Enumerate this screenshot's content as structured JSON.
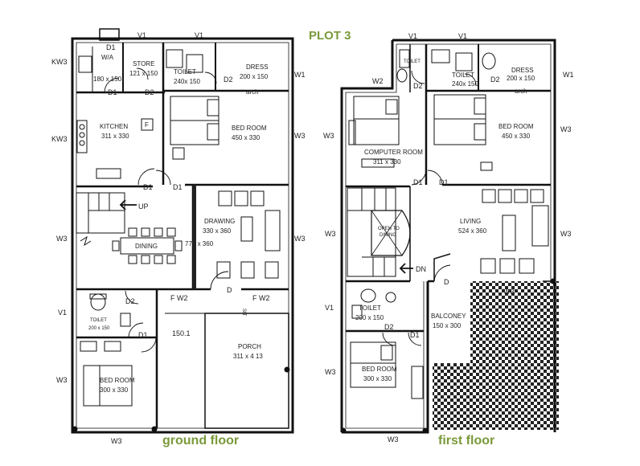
{
  "title": "PLOT 3",
  "ground": {
    "caption": "ground floor",
    "rooms": {
      "wa_name": "W/A",
      "wa_size": "180 x 150",
      "store_name": "STORE",
      "store_size": "121 x 150",
      "toilet1_name": "TOILET",
      "toilet1_size": "240x 150",
      "dress_name": "DRESS",
      "dress_size": "200 x 150",
      "arch": "arch",
      "kitchen_name": "KITCHEN",
      "kitchen_size": "311 x 330",
      "bed1_name": "BED ROOM",
      "bed1_size": "450 x 330",
      "up": "UP",
      "drawing_name": "DRAWING",
      "drawing_size": "330 x 360",
      "dining_name": "DINING",
      "dining_size": "775 x 360",
      "toilet2_name": "TOILET",
      "toilet2_size": "200 x 150",
      "bed2_name": "BED ROOM",
      "bed2_size": "300 x 330",
      "porch_name": "PORCH",
      "porch_size": "311 x 4 13",
      "step": "150.1",
      "fridge": "F",
      "sit": "SIT"
    },
    "tags": {
      "kw3a": "KW3",
      "kw3b": "KW3",
      "d1a": "D1",
      "v1a": "V1",
      "v1b": "V1",
      "d1b": "D1",
      "d2a": "D2",
      "d2b": "D2",
      "w1": "W1",
      "w3a": "W3",
      "d1c": "D1",
      "d1d": "D1",
      "w3b": "W3",
      "w3c": "W3",
      "fw2a": "F W2",
      "d": "D",
      "fw2b": "F W2",
      "v1c": "V1",
      "d2c": "D2",
      "d1e": "D1",
      "w3d": "W3",
      "w3e": "W3"
    }
  },
  "first": {
    "caption": "first floor",
    "rooms": {
      "toilet_s_name": "TOILET",
      "toilet1_name": "TOILET",
      "toilet1_size": "240x 150",
      "dress_name": "DRESS",
      "dress_size": "200 x 150",
      "arch": "arch",
      "computer_name": "COMPUTER ROOM",
      "computer_size": "311 x 330",
      "bed1_name": "BED ROOM",
      "bed1_size": "450 x 330",
      "open_name": "OPEN TO",
      "open_name2": "DINING",
      "living_name": "LIVING",
      "living_size": "524 x 360",
      "dn": "DN",
      "toilet2_name": "TOILET",
      "toilet2_size": "200 x 150",
      "balcony_name": "BALCONEY",
      "balcony_size": "150 x 300",
      "bed2_name": "BED ROOM",
      "bed2_size": "300 x 330"
    },
    "tags": {
      "v1a": "V1",
      "v1b": "V1",
      "w2": "W2",
      "d2a": "D2",
      "d2b": "D2",
      "w1": "W1",
      "w3a": "W3",
      "w3b": "W3",
      "d1a": "D1",
      "d1b": "D1",
      "w3c": "W3",
      "w3d": "W3",
      "d": "D",
      "w3e": "W3",
      "v1c": "V1",
      "d2c": "D2",
      "d1c": "D1",
      "w3f": "W3",
      "w3g": "W3"
    }
  }
}
